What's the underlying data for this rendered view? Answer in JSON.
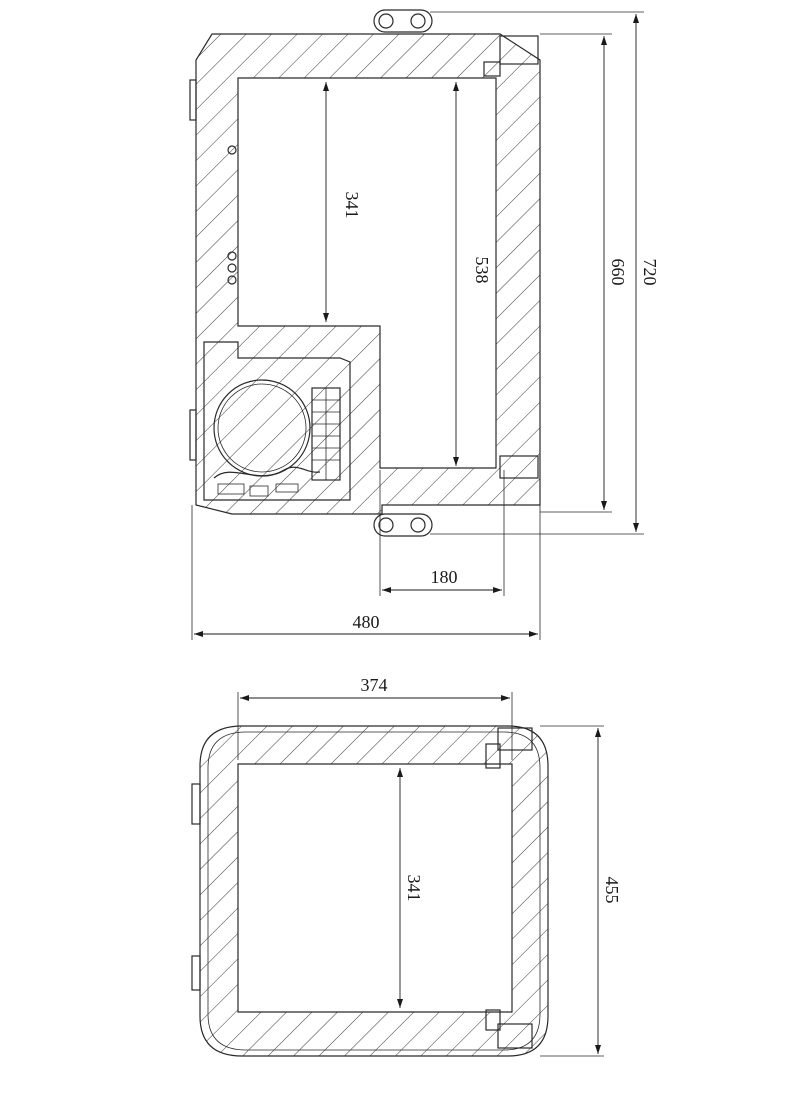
{
  "top_view": {
    "dims": {
      "inner_depth_upper": "341",
      "inner_depth_lower": "538",
      "inner_height": "660",
      "overall_height": "720",
      "step_width": "180",
      "overall_width": "480"
    }
  },
  "bottom_view": {
    "dims": {
      "inner_width": "374",
      "inner_depth": "341",
      "overall_depth": "455"
    }
  },
  "colors": {
    "line": "#2a2a2a",
    "hatch": "#3a3a3a",
    "background": "#ffffff"
  }
}
